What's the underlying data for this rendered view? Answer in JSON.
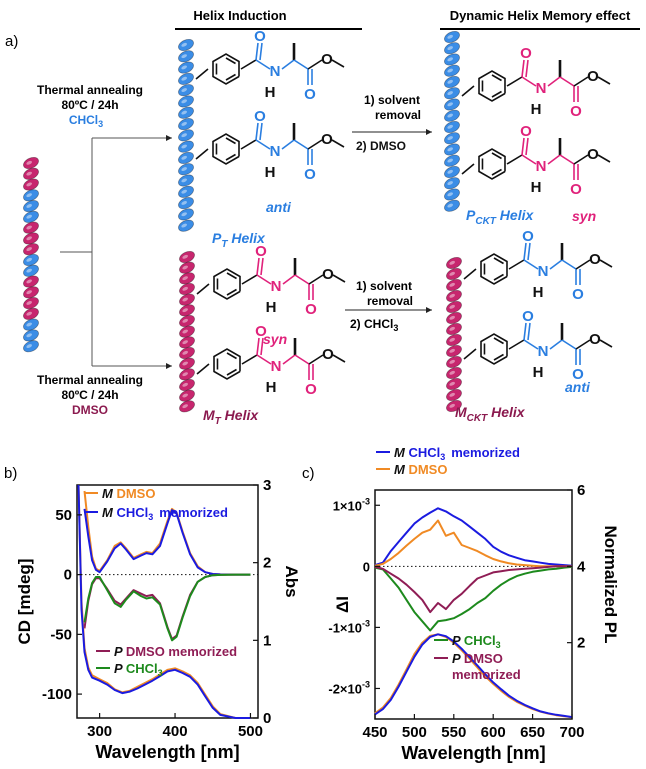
{
  "colors": {
    "blue": "#2a7ee0",
    "magenta": "#e0227b",
    "maroon": "#8b1a4f",
    "helix_blue": "#3b8de6",
    "helix_pink": "#c7266e",
    "orange": "#f08a24",
    "navy": "#1b1be0",
    "green": "#1d8a1d",
    "purple": "#8f1d55"
  },
  "panel_a": {
    "label": "a)",
    "heading_induction": "Helix Induction",
    "heading_memory": "Dynamic Helix Memory effect",
    "top_branch": {
      "line1": "Thermal annealing",
      "line2": "80ºC / 24h",
      "solvent": "CHCl",
      "solvent_sub": "3"
    },
    "bottom_branch": {
      "line1": "Thermal annealing",
      "line2": "80ºC / 24h",
      "solvent": "DMSO"
    },
    "arrow_top": {
      "step1": "1) solvent",
      "step1b": "removal",
      "step2": "2) DMSO"
    },
    "arrow_bottom": {
      "step1": "1) solvent",
      "step1b": "removal",
      "step2": "2) CHCl",
      "step2_sub": "3"
    },
    "labels": {
      "pt_helix_main": "P",
      "pt_helix_sub": "T",
      "pt_helix_rest": " Helix",
      "anti_top": "anti",
      "pckt_main": "P",
      "pckt_sub": "CKT",
      "pckt_rest": " Helix",
      "syn_top": "syn",
      "syn_bottom": "syn",
      "mt_main": "M",
      "mt_sub": "T",
      "mt_rest": " Helix",
      "mckt_main": "M",
      "mckt_sub": "CKT",
      "mckt_rest": " Helix",
      "anti_bottom": "anti"
    },
    "atoms": {
      "O": "O",
      "N": "N",
      "H": "H"
    }
  },
  "chart_data": [
    {
      "type": "line",
      "panel": "b)",
      "xlabel": "Wavelength  [nm]",
      "ylabel": "CD [mdeg]",
      "ylabel_right": "Abs",
      "xlim": [
        270,
        510
      ],
      "ylim": [
        -120,
        75
      ],
      "ylim_right": [
        0,
        3
      ],
      "xticks": [
        "300",
        "400",
        "500"
      ],
      "yticks": [
        "50",
        "0",
        "-50",
        "-100"
      ],
      "yticks_right": [
        "3",
        "2",
        "1",
        "0"
      ],
      "legend": [
        {
          "prefix": "M",
          "text": "DMSO",
          "color": "#f08a24"
        },
        {
          "prefix": "M",
          "text": "CHCl",
          "sub": "3",
          "extra": "memorized",
          "color": "#1b1be0"
        },
        {
          "prefix": "P",
          "text": "DMSO memorized",
          "color": "#8f1d55"
        },
        {
          "prefix": "P",
          "text": "CHCl",
          "sub": "3",
          "color": "#1d8a1d"
        }
      ],
      "series": [
        {
          "name": "M DMSO",
          "x": [
            280,
            285,
            290,
            295,
            300,
            310,
            320,
            328,
            335,
            345,
            355,
            362,
            370,
            380,
            390,
            396,
            402,
            410,
            420,
            430,
            440,
            450,
            460,
            480,
            500
          ],
          "y": [
            70,
            40,
            15,
            5,
            3,
            12,
            24,
            27,
            22,
            14,
            17,
            19,
            18,
            26,
            45,
            55,
            52,
            36,
            18,
            7,
            2,
            0.5,
            0.2,
            0,
            0
          ]
        },
        {
          "name": "M CHCl3 memorized",
          "x": [
            280,
            285,
            290,
            295,
            300,
            310,
            320,
            328,
            335,
            345,
            355,
            362,
            370,
            380,
            390,
            396,
            402,
            410,
            420,
            430,
            440,
            450,
            460,
            480,
            500
          ],
          "y": [
            55,
            32,
            12,
            4,
            2,
            11,
            22,
            26,
            21,
            13,
            16,
            18,
            17,
            24,
            43,
            54,
            51,
            35,
            17,
            6,
            2,
            0.5,
            0.2,
            0,
            0
          ]
        },
        {
          "name": "P DMSO memorized",
          "x": [
            280,
            285,
            290,
            295,
            300,
            310,
            320,
            328,
            335,
            345,
            355,
            362,
            370,
            380,
            390,
            396,
            402,
            410,
            420,
            430,
            440,
            450,
            460,
            480,
            500
          ],
          "y": [
            -45,
            -22,
            -8,
            -3,
            -3,
            -12,
            -22,
            -25,
            -20,
            -13,
            -16,
            -18,
            -17,
            -24,
            -44,
            -54,
            -51,
            -35,
            -17,
            -6,
            -2,
            -0.5,
            -0.2,
            0,
            0
          ]
        },
        {
          "name": "P CHCl3",
          "x": [
            280,
            285,
            290,
            295,
            300,
            310,
            320,
            328,
            335,
            345,
            355,
            362,
            370,
            380,
            390,
            396,
            402,
            410,
            420,
            430,
            440,
            450,
            460,
            480,
            500
          ],
          "y": [
            -40,
            -20,
            -7,
            -2,
            -2,
            -13,
            -24,
            -27,
            -21,
            -14,
            -18,
            -20,
            -19,
            -25,
            -45,
            -55,
            -52,
            -36,
            -18,
            -6,
            -2,
            -0.5,
            -0.2,
            0,
            0
          ]
        },
        {
          "name": "Abs DMSO",
          "axis": "right",
          "x": [
            272,
            276,
            280,
            285,
            290,
            300,
            310,
            320,
            330,
            340,
            350,
            360,
            370,
            380,
            390,
            400,
            410,
            420,
            430,
            440,
            450,
            460,
            480,
            500
          ],
          "y": [
            3.0,
            1.5,
            0.9,
            0.65,
            0.55,
            0.5,
            0.45,
            0.37,
            0.33,
            0.35,
            0.4,
            0.45,
            0.5,
            0.56,
            0.62,
            0.64,
            0.6,
            0.55,
            0.45,
            0.3,
            0.15,
            0.05,
            0,
            0
          ]
        },
        {
          "name": "Abs CHCl3",
          "axis": "right",
          "x": [
            272,
            276,
            280,
            285,
            290,
            300,
            310,
            320,
            330,
            340,
            350,
            360,
            370,
            380,
            390,
            400,
            410,
            420,
            430,
            440,
            450,
            460,
            480,
            500
          ],
          "y": [
            3.0,
            1.4,
            0.85,
            0.62,
            0.52,
            0.48,
            0.43,
            0.36,
            0.32,
            0.34,
            0.38,
            0.43,
            0.48,
            0.54,
            0.6,
            0.62,
            0.58,
            0.53,
            0.43,
            0.28,
            0.13,
            0.04,
            0,
            0
          ]
        }
      ]
    },
    {
      "type": "line",
      "panel": "c)",
      "xlabel": "Wavelength  [nm]",
      "ylabel": "ΔI",
      "ylabel_right": "Normalized PL",
      "xlim": [
        450,
        700
      ],
      "ylim": [
        -0.0025,
        0.00125
      ],
      "ylim_right": [
        0,
        6
      ],
      "xticks": [
        "450",
        "500",
        "550",
        "600",
        "650",
        "700"
      ],
      "yticks": [
        "1×10",
        "0",
        "-1×10",
        "-2×10"
      ],
      "yticks_exp": "-3",
      "yticks_right": [
        "6",
        "4",
        "2"
      ],
      "legend": [
        {
          "prefix": "M",
          "text": "CHCl",
          "sub": "3",
          "extra": "memorized",
          "color": "#1b1be0"
        },
        {
          "prefix": "M",
          "text": "DMSO",
          "color": "#f08a24"
        },
        {
          "prefix": "P",
          "text": "CHCl",
          "sub": "3",
          "color": "#1d8a1d"
        },
        {
          "prefix": "P",
          "text": "DMSO",
          "extra": "memorized",
          "color": "#8f1d55"
        }
      ],
      "series": [
        {
          "name": "M CHCl3 memorized",
          "x": [
            450,
            460,
            470,
            480,
            490,
            500,
            510,
            520,
            530,
            540,
            550,
            560,
            570,
            580,
            590,
            600,
            610,
            620,
            630,
            640,
            650,
            660,
            670,
            680,
            690,
            700
          ],
          "y": [
            2e-05,
            6e-05,
            0.00025,
            0.0004,
            0.00055,
            0.0007,
            0.0008,
            0.00088,
            0.00095,
            0.0009,
            0.00082,
            0.00075,
            0.00065,
            0.00055,
            0.00045,
            0.00032,
            0.00024,
            0.00018,
            0.00014,
            0.0001,
            8e-05,
            6e-05,
            4e-05,
            3e-05,
            2e-05,
            1e-05
          ]
        },
        {
          "name": "M DMSO",
          "x": [
            450,
            460,
            470,
            480,
            490,
            500,
            510,
            520,
            530,
            540,
            550,
            560,
            570,
            580,
            590,
            600,
            610,
            620,
            630,
            640,
            650,
            660,
            670,
            680,
            690,
            700
          ],
          "y": [
            1e-05,
            4e-05,
            0.00012,
            0.00022,
            0.00034,
            0.00045,
            0.00055,
            0.0006,
            0.00075,
            0.0005,
            0.00055,
            0.00035,
            0.0003,
            0.00025,
            0.00018,
            0.00012,
            8e-05,
            5e-05,
            3e-05,
            2e-05,
            1e-05,
            0,
            0,
            0,
            0,
            0
          ]
        },
        {
          "name": "P CHCl3",
          "x": [
            450,
            460,
            470,
            480,
            490,
            500,
            510,
            520,
            530,
            540,
            550,
            560,
            570,
            580,
            590,
            600,
            610,
            620,
            630,
            640,
            650,
            660,
            670,
            680,
            690,
            700
          ],
          "y": [
            -2e-05,
            -5e-05,
            -0.0002,
            -0.00035,
            -0.00055,
            -0.00075,
            -0.0009,
            -0.00105,
            -0.0009,
            -0.00088,
            -0.00085,
            -0.00078,
            -0.0007,
            -0.0006,
            -0.00052,
            -0.0004,
            -0.0003,
            -0.00022,
            -0.00016,
            -0.00012,
            -9e-05,
            -7e-05,
            -5e-05,
            -4e-05,
            -2e-05,
            -1e-05
          ]
        },
        {
          "name": "P DMSO memorized",
          "x": [
            450,
            460,
            470,
            480,
            490,
            500,
            510,
            520,
            530,
            540,
            550,
            560,
            570,
            580,
            590,
            600,
            610,
            620,
            630,
            640,
            650,
            660,
            670,
            680,
            690,
            700
          ],
          "y": [
            -1e-05,
            -4e-05,
            -0.00012,
            -0.0002,
            -0.0003,
            -0.00042,
            -0.00055,
            -0.00075,
            -0.0006,
            -0.0007,
            -0.00055,
            -0.00045,
            -0.00032,
            -0.0002,
            -0.00015,
            -0.0001,
            -8e-05,
            -6e-05,
            -5e-05,
            -4e-05,
            -3e-05,
            -2e-05,
            -1e-05,
            0,
            0,
            0
          ]
        },
        {
          "name": "PL DMSO",
          "axis": "right",
          "x": [
            450,
            460,
            470,
            480,
            490,
            500,
            510,
            520,
            530,
            540,
            550,
            560,
            570,
            580,
            590,
            600,
            610,
            620,
            630,
            640,
            650,
            660,
            670,
            680,
            690,
            700
          ],
          "y": [
            0.15,
            0.3,
            0.55,
            0.9,
            1.3,
            1.7,
            2.0,
            2.18,
            2.22,
            2.15,
            2.0,
            1.8,
            1.58,
            1.35,
            1.12,
            0.92,
            0.74,
            0.58,
            0.45,
            0.35,
            0.26,
            0.19,
            0.14,
            0.1,
            0.07,
            0.05
          ]
        },
        {
          "name": "PL CHCl3",
          "axis": "right",
          "x": [
            450,
            460,
            470,
            480,
            490,
            500,
            510,
            520,
            530,
            540,
            550,
            560,
            570,
            580,
            590,
            600,
            610,
            620,
            630,
            640,
            650,
            660,
            670,
            680,
            690,
            700
          ],
          "y": [
            0.12,
            0.26,
            0.5,
            0.85,
            1.24,
            1.63,
            1.95,
            2.15,
            2.22,
            2.17,
            2.03,
            1.84,
            1.62,
            1.4,
            1.17,
            0.96,
            0.78,
            0.61,
            0.48,
            0.37,
            0.28,
            0.2,
            0.15,
            0.11,
            0.08,
            0.05
          ]
        }
      ]
    }
  ]
}
